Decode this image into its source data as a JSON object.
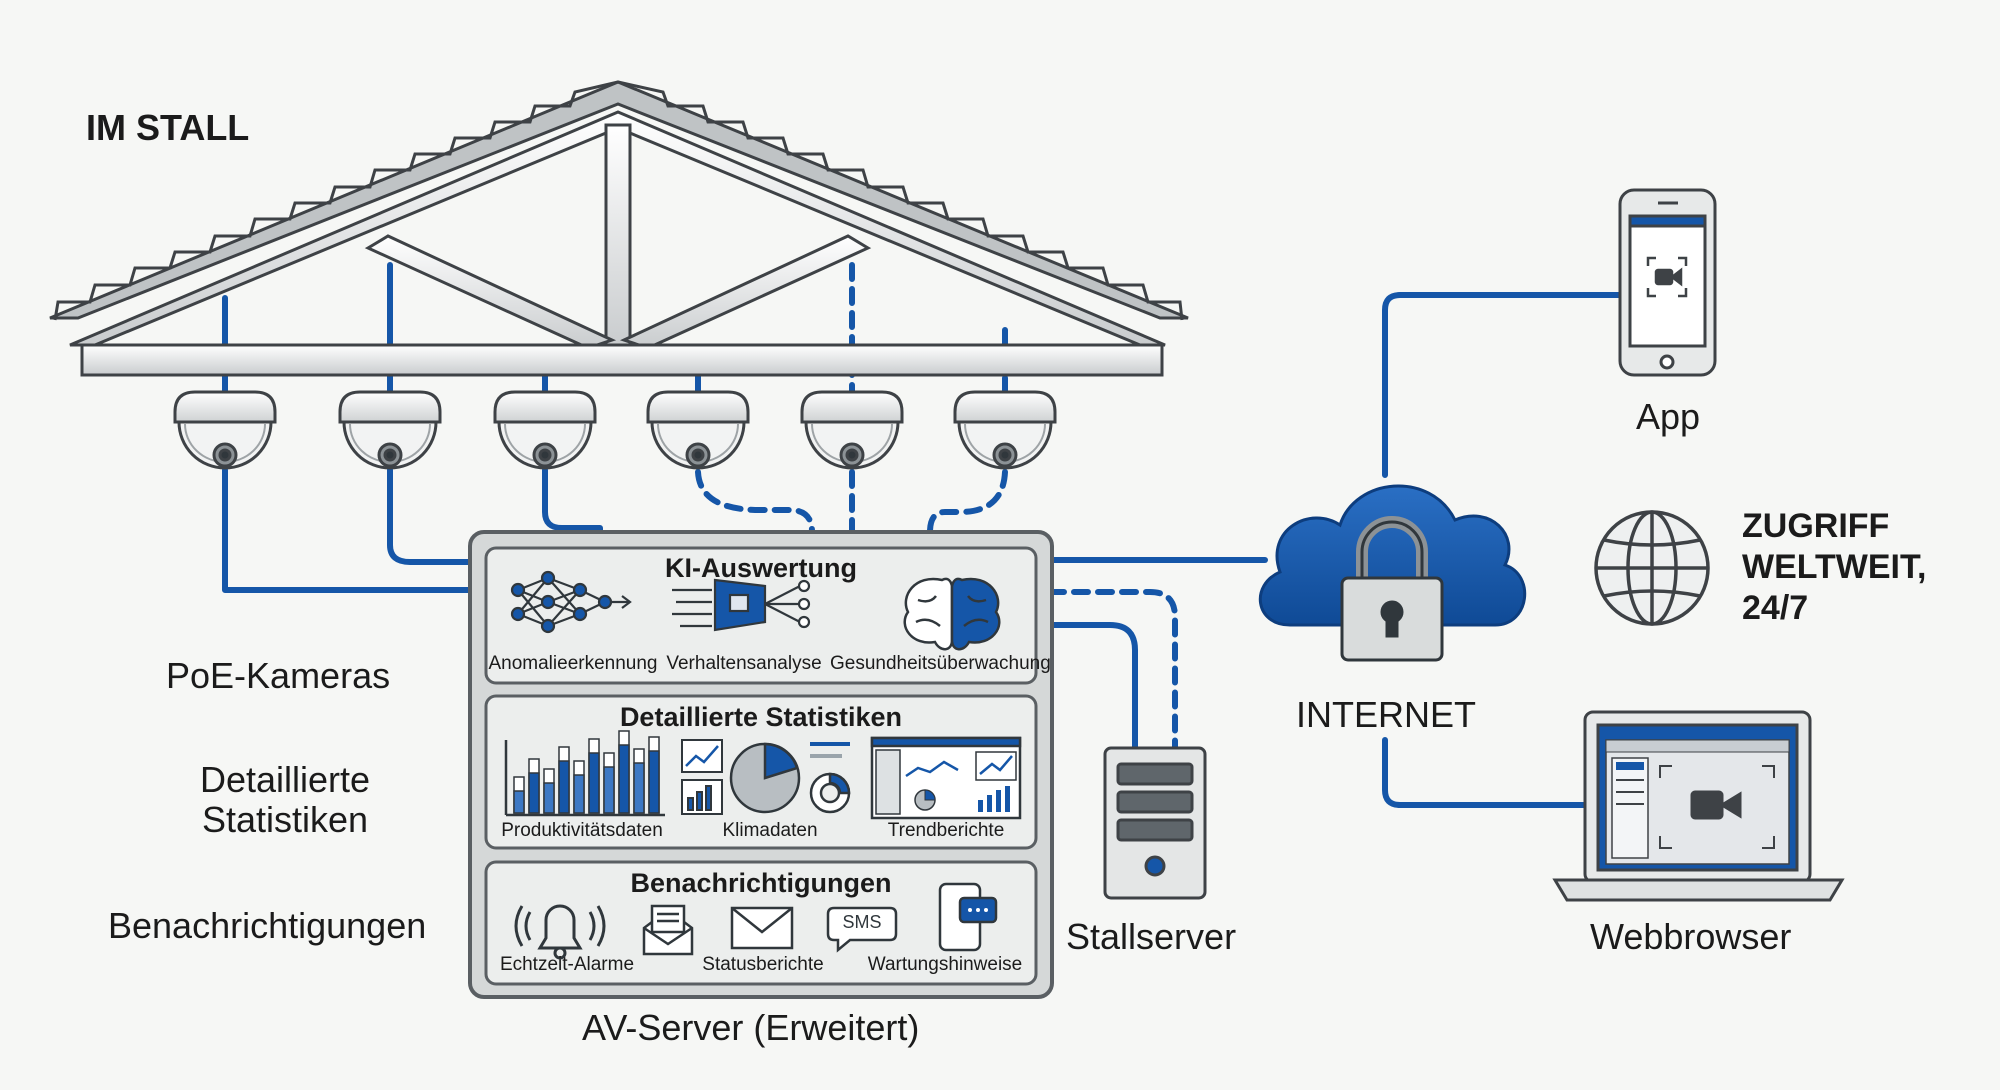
{
  "colors": {
    "accent": "#1556a8",
    "frame": "#5a5f63",
    "panel": "#e6e8e7"
  },
  "labels": {
    "im_stall": "IM STALL",
    "poe_kameras": "PoE-Kameras",
    "detaillierte_statistiken": "Detaillierte\nStatistiken",
    "benachrichtigungen": "Benachrichtigungen",
    "stallserver": "Stallserver",
    "internet": "INTERNET",
    "app": "App",
    "webbrowser": "Webbrowser",
    "zugriff": "ZUGRIFF\nWELTWEIT,\n24/7",
    "av_server": "AV-Server (Erweitert)"
  },
  "panels": {
    "ki": {
      "title": "KI-Auswertung",
      "items": [
        "Anomalieerkennung",
        "Verhaltensanalyse",
        "Gesundheitsüberwachung"
      ]
    },
    "stats": {
      "title": "Detaillierte Statistiken",
      "items": [
        "Produktivitätsdaten",
        "Klimadaten",
        "Trendberichte"
      ]
    },
    "notify": {
      "title": "Benachrichtigungen",
      "items": [
        "Echtzeit-Alarme",
        "Statusberichte",
        "Wartungshinweise"
      ],
      "sms": "SMS"
    }
  },
  "icons": [
    "camera-icon",
    "lock-icon",
    "cloud-icon",
    "globe-icon",
    "smartphone-icon",
    "laptop-icon",
    "server-tower-icon",
    "neural-network-icon",
    "brain-icon",
    "bar-chart-icon",
    "pie-chart-icon",
    "bell-icon",
    "envelope-icon",
    "sms-bubble-icon",
    "phone-message-icon"
  ]
}
